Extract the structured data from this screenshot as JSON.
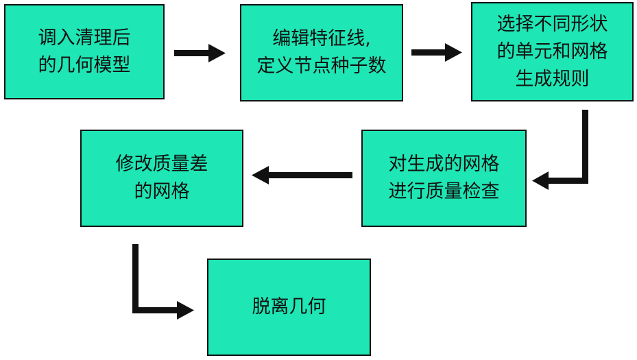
{
  "colors": {
    "box_fill": "#1ee6b4",
    "border": "#111111",
    "arrow": "#111111"
  },
  "steps": [
    {
      "id": "step-1",
      "label": "调入清理后\n的几何模型"
    },
    {
      "id": "step-2",
      "label": "编辑特征线,\n定义节点种子数"
    },
    {
      "id": "step-3",
      "label": "选择不同形状\n的单元和网格\n生成规则"
    },
    {
      "id": "step-4",
      "label": "对生成的网格\n进行质量检查"
    },
    {
      "id": "step-5",
      "label": "修改质量差\n的网格"
    },
    {
      "id": "step-6",
      "label": "脱离几何"
    }
  ],
  "connections": [
    {
      "from": "step-1",
      "to": "step-2"
    },
    {
      "from": "step-2",
      "to": "step-3"
    },
    {
      "from": "step-3",
      "to": "step-4"
    },
    {
      "from": "step-4",
      "to": "step-5"
    },
    {
      "from": "step-5",
      "to": "step-6"
    }
  ]
}
